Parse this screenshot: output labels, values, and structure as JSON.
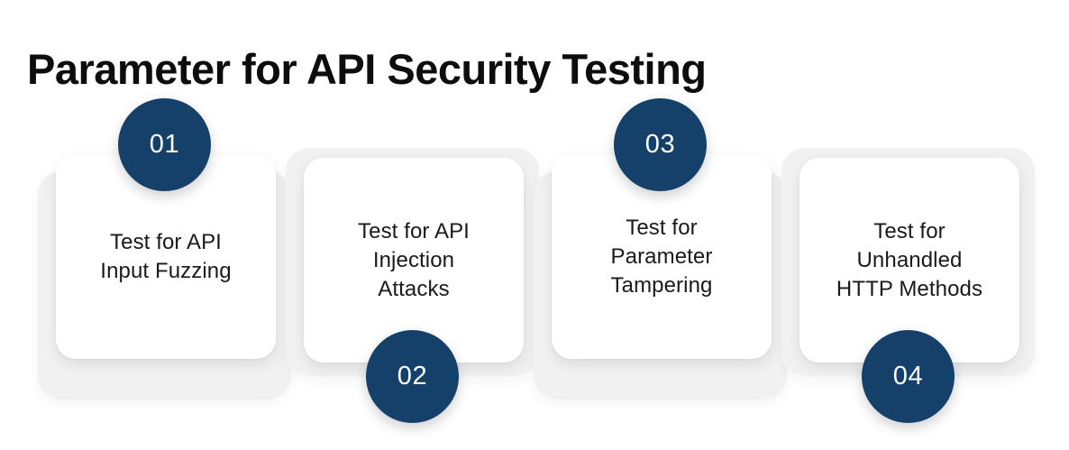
{
  "header": {
    "title": "Parameter for API Security Testing"
  },
  "colors": {
    "badge_navy": "#14406a",
    "badge_text": "#ffffff",
    "card_face": "#ffffff",
    "card_backdrop": "#f1f1f2",
    "title_text": "#0d0d0d",
    "card_text": "#1a1a1a",
    "page_background": "#ffffff"
  },
  "cards": [
    {
      "number": "01",
      "text": "Test for API\nInput Fuzzing",
      "badge_position": "top"
    },
    {
      "number": "02",
      "text": "Test for API\nInjection\nAttacks",
      "badge_position": "bottom"
    },
    {
      "number": "03",
      "text": "Test for\nParameter\nTampering",
      "badge_position": "top"
    },
    {
      "number": "04",
      "text": "Test for\nUnhandled\nHTTP Methods",
      "badge_position": "bottom"
    }
  ]
}
